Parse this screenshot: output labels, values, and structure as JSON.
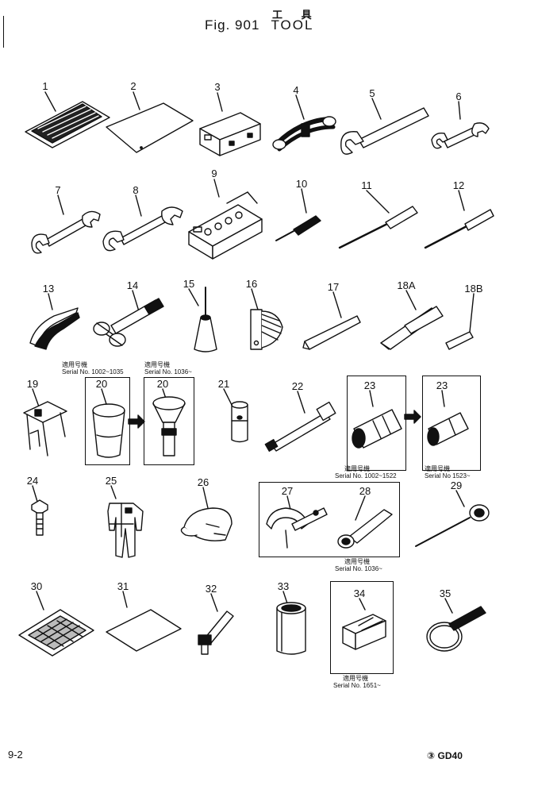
{
  "header": {
    "title_jp": "工 具",
    "fig_label": "Fig. 901",
    "title": "TOOL"
  },
  "parts": [
    {
      "no": "1"
    },
    {
      "no": "2"
    },
    {
      "no": "3"
    },
    {
      "no": "4"
    },
    {
      "no": "5"
    },
    {
      "no": "6"
    },
    {
      "no": "7"
    },
    {
      "no": "8"
    },
    {
      "no": "9"
    },
    {
      "no": "10"
    },
    {
      "no": "11"
    },
    {
      "no": "12"
    },
    {
      "no": "13"
    },
    {
      "no": "14"
    },
    {
      "no": "15"
    },
    {
      "no": "16"
    },
    {
      "no": "17"
    },
    {
      "no": "18A"
    },
    {
      "no": "18B"
    },
    {
      "no": "19"
    },
    {
      "no": "20"
    },
    {
      "no": "20"
    },
    {
      "no": "21"
    },
    {
      "no": "22"
    },
    {
      "no": "23"
    },
    {
      "no": "23"
    },
    {
      "no": "24"
    },
    {
      "no": "25"
    },
    {
      "no": "26"
    },
    {
      "no": "27"
    },
    {
      "no": "28"
    },
    {
      "no": "29"
    },
    {
      "no": "30"
    },
    {
      "no": "31"
    },
    {
      "no": "32"
    },
    {
      "no": "33"
    },
    {
      "no": "34"
    },
    {
      "no": "35"
    }
  ],
  "serial_notes": [
    {
      "jp": "適用号機",
      "text": "Serial No. 1002~1035"
    },
    {
      "jp": "適用号機",
      "text": "Serial No. 1036~"
    },
    {
      "jp": "適用号機",
      "text": "Serial No. 1002~1522"
    },
    {
      "jp": "適用号機",
      "text": "Serial No 1523~"
    },
    {
      "jp": "適用号機",
      "text": "Serial No. 1036~"
    },
    {
      "jp": "適用号機",
      "text": "Serial No. 1651~"
    }
  ],
  "footer": {
    "page": "9-2",
    "model_mark": "③",
    "model": "GD40"
  }
}
